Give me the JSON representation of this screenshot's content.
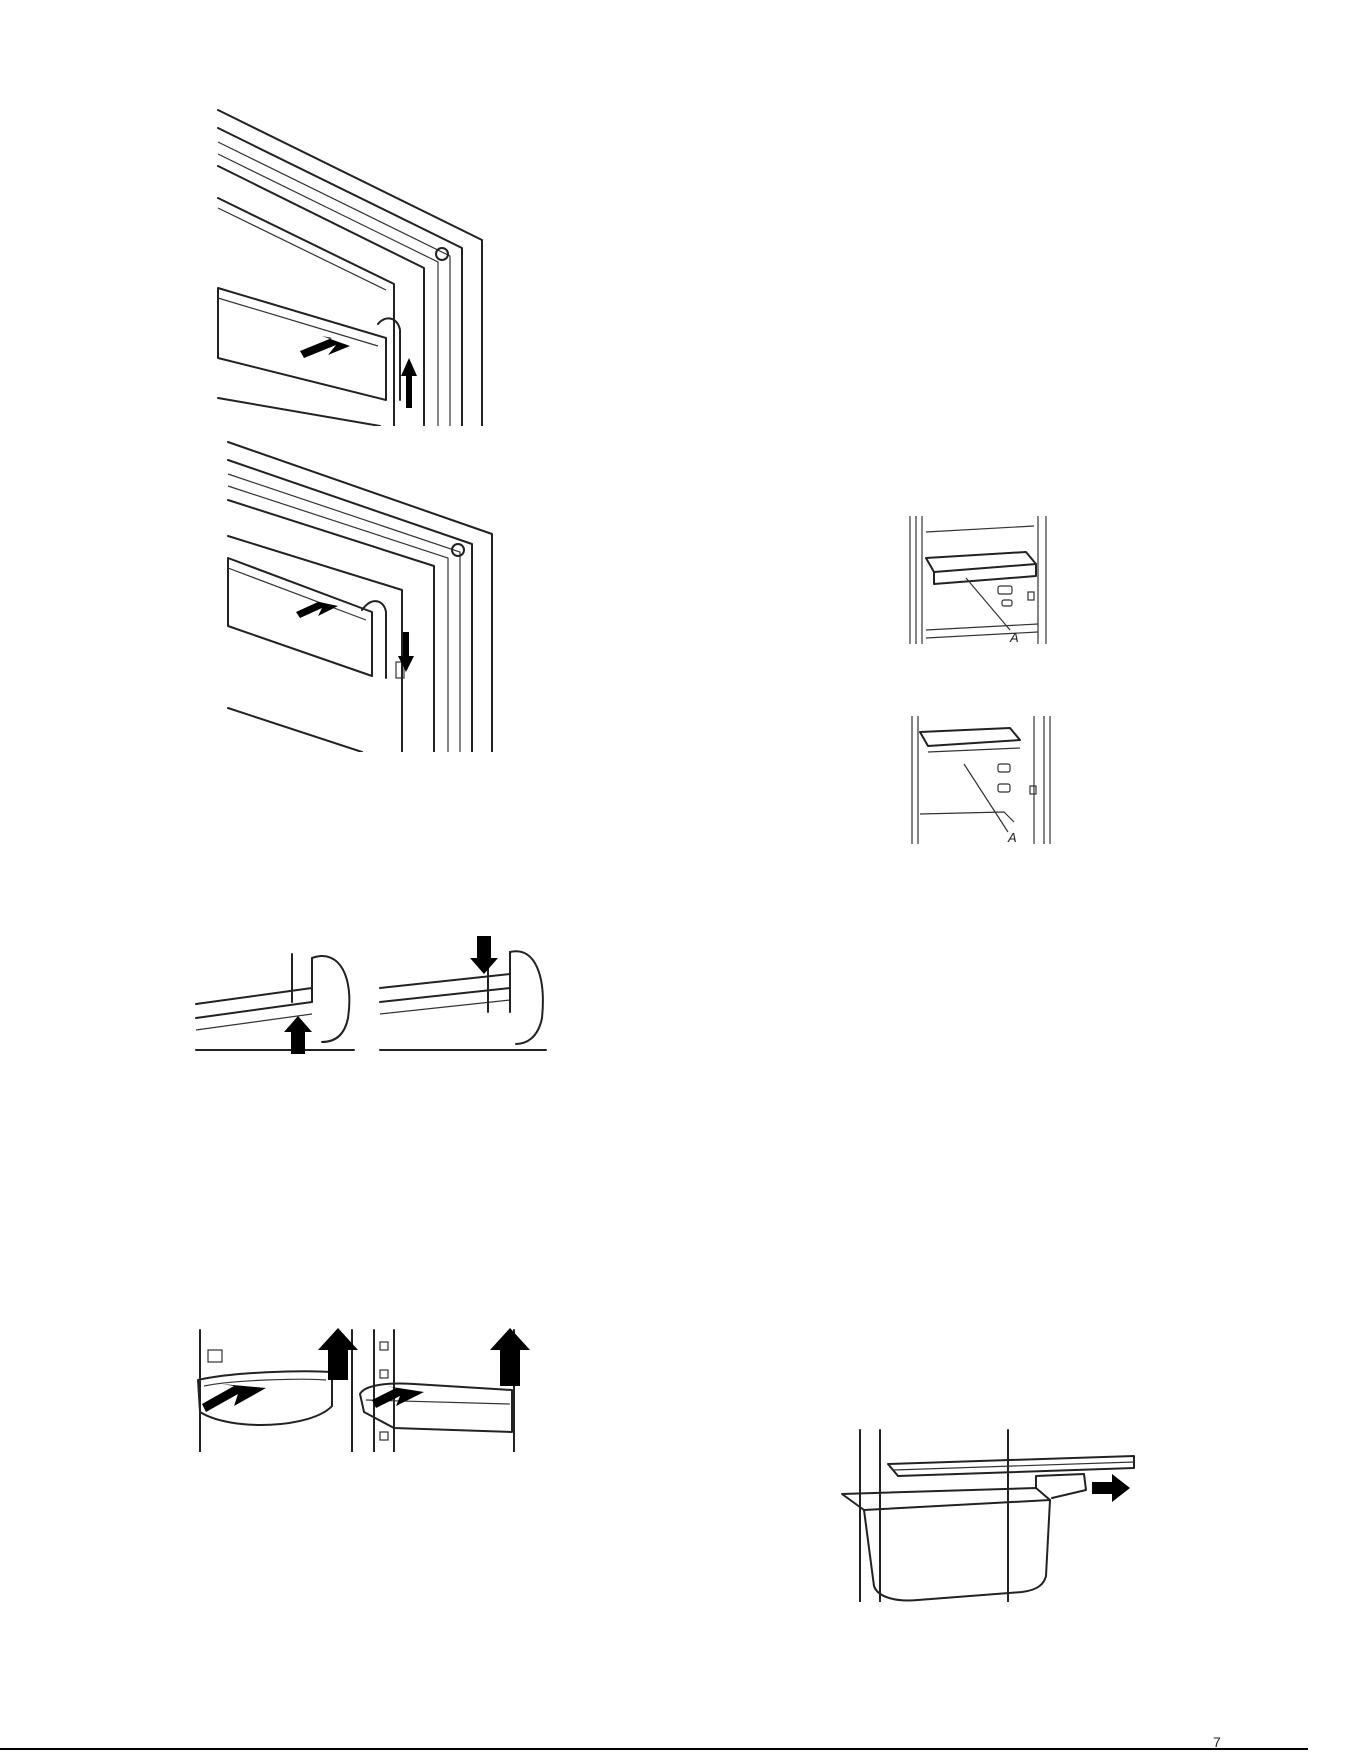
{
  "figures": {
    "shelf_detail_top": {
      "callout": "A"
    },
    "shelf_detail_bottom": {
      "callout": "A"
    }
  },
  "footer": {
    "page_number": "7"
  }
}
